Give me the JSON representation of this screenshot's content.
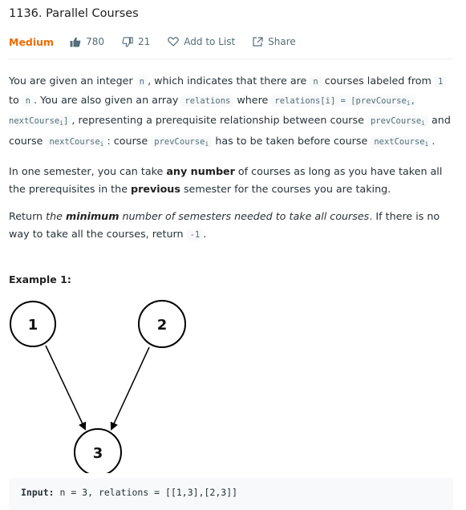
{
  "problem": {
    "title": "1136. Parallel Courses",
    "difficulty": "Medium",
    "likes": "780",
    "dislikes": "21",
    "add_to_list": "Add to List",
    "share": "Share",
    "colors": {
      "difficulty": "#ef6c00",
      "text": "#263238",
      "code_bg": "#f7f9fa"
    }
  },
  "description": {
    "p1": {
      "t1": "You are given an integer ",
      "c1": "n",
      "t2": ", which indicates that there are ",
      "c2": "n",
      "t3": " courses labeled from ",
      "c3": "1",
      "t4": " to ",
      "c4": "n",
      "t5": ". You are also given an array ",
      "c5": "relations",
      "t6": " where ",
      "c6a": "relations[i] = [prevCourse",
      "c6b": "i",
      "c6c": ", nextCourse",
      "c6d": "i",
      "c6e": "]",
      "t7": ", representing a prerequisite relationship between course ",
      "c7a": "prevCourse",
      "c7b": "i",
      "t8": " and course ",
      "c8a": "nextCourse",
      "c8b": "i",
      "t9": ": course ",
      "c9a": "prevCourse",
      "c9b": "i",
      "t10": " has to be taken before course ",
      "c10a": "nextCourse",
      "c10b": "i",
      "t11": "."
    },
    "p2": {
      "t1": "In one semester, you can take ",
      "b1": "any number",
      "t2": " of courses as long as you have taken all the prerequisites in the ",
      "b2": "previous",
      "t3": " semester for the courses you are taking."
    },
    "p3": {
      "t1": "Return ",
      "i1": "the ",
      "b1": "minimum",
      "i2": " number of semesters needed to take all courses",
      "t2": ". If there is no way to take all the courses, return ",
      "c1": "-1",
      "t3": "."
    }
  },
  "example": {
    "title": "Example 1:",
    "nodes": [
      "1",
      "2",
      "3"
    ],
    "input_label": "Input:",
    "input_value": "n = 3, relations = [[1,3],[2,3]]"
  }
}
